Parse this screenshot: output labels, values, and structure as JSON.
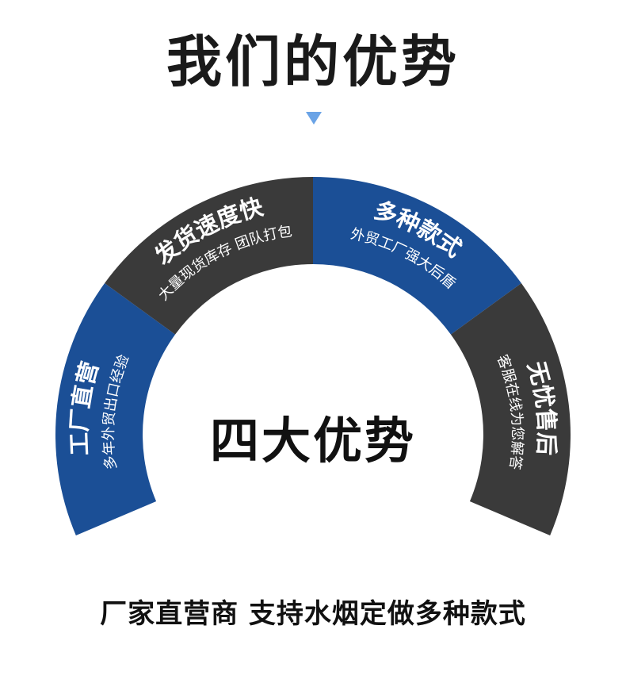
{
  "title": "我们的优势",
  "center_text": "四大优势",
  "footer_text": "厂家直营商 支持水烟定做多种款式",
  "colors": {
    "blue": "#1b4f96",
    "dark": "#3a3a3a",
    "pointer": "#6aa3e6"
  },
  "segments": [
    {
      "title": "工厂直营",
      "subtitle": "多年外贸出口经验",
      "color": "blue"
    },
    {
      "title": "发货速度快",
      "subtitle": "大量现货库存 团队打包",
      "color": "dark"
    },
    {
      "title": "多种款式",
      "subtitle": "外贸工厂强大后盾",
      "color": "blue"
    },
    {
      "title": "无忧售后",
      "subtitle": "客服在线为您解答",
      "color": "dark"
    }
  ]
}
